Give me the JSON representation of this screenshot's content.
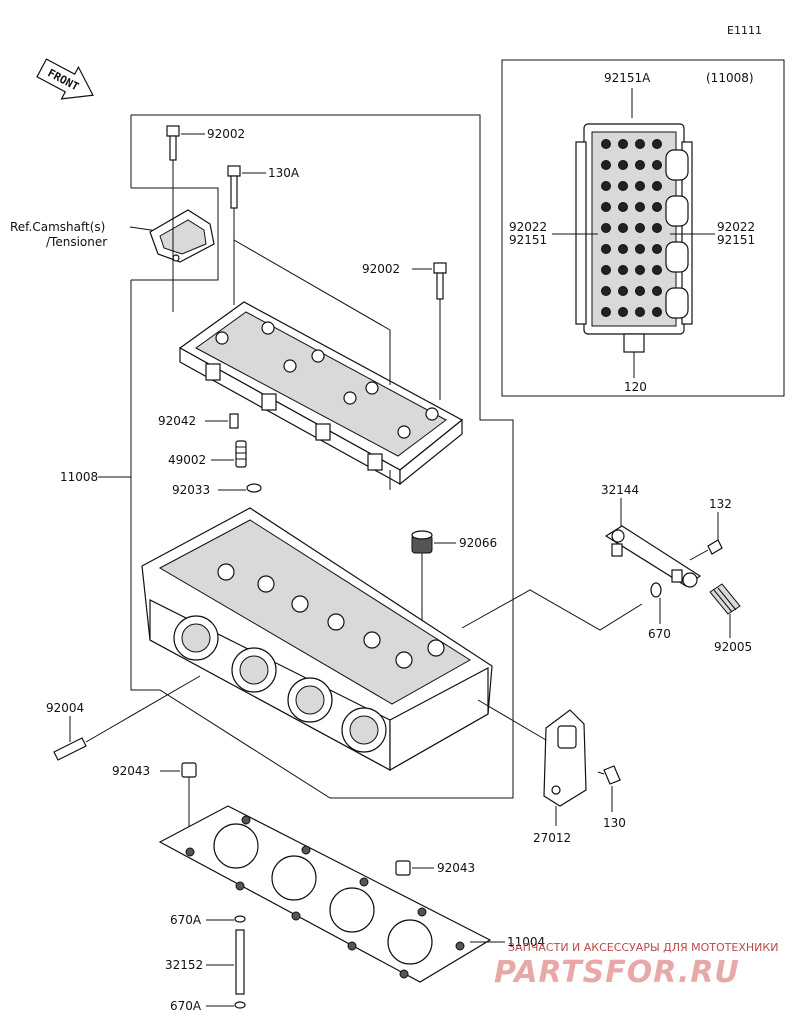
{
  "diagram_code": "E1111",
  "front_label": "FRONT",
  "ref_note": {
    "line1": "Ref.Camshaft(s)",
    "line2": "/Tensioner"
  },
  "inset": {
    "top_label": "92151A",
    "assembly_label": "(11008)",
    "left_label_1": "92022",
    "left_label_2": "92151",
    "right_label_1": "92022",
    "right_label_2": "92151",
    "bottom_label": "120"
  },
  "parts": {
    "bolt_top": "92002",
    "bolt_130a": "130A",
    "bolt_right": "92002",
    "pin_92042": "92042",
    "insert_49002": "49002",
    "ring_92033": "92033",
    "assembly_11008": "11008",
    "grommet_92066": "92066",
    "fitting_32144": "32144",
    "bolt_132": "132",
    "oring_670": "670",
    "nipple_92005": "92005",
    "stud_92004": "92004",
    "dowel_92043_left": "92043",
    "bracket_27012": "27012",
    "bolt_130": "130",
    "dowel_92043_right": "92043",
    "oring_670a_top": "670A",
    "pipe_32152": "32152",
    "oring_670a_bottom": "670A",
    "gasket_11004": "11004"
  },
  "watermark": {
    "subtitle": "ЗАПЧАСТИ И АКСЕССУАРЫ ДЛЯ МОТОТЕХНИКИ",
    "logo": "PARTSFOR.RU"
  }
}
